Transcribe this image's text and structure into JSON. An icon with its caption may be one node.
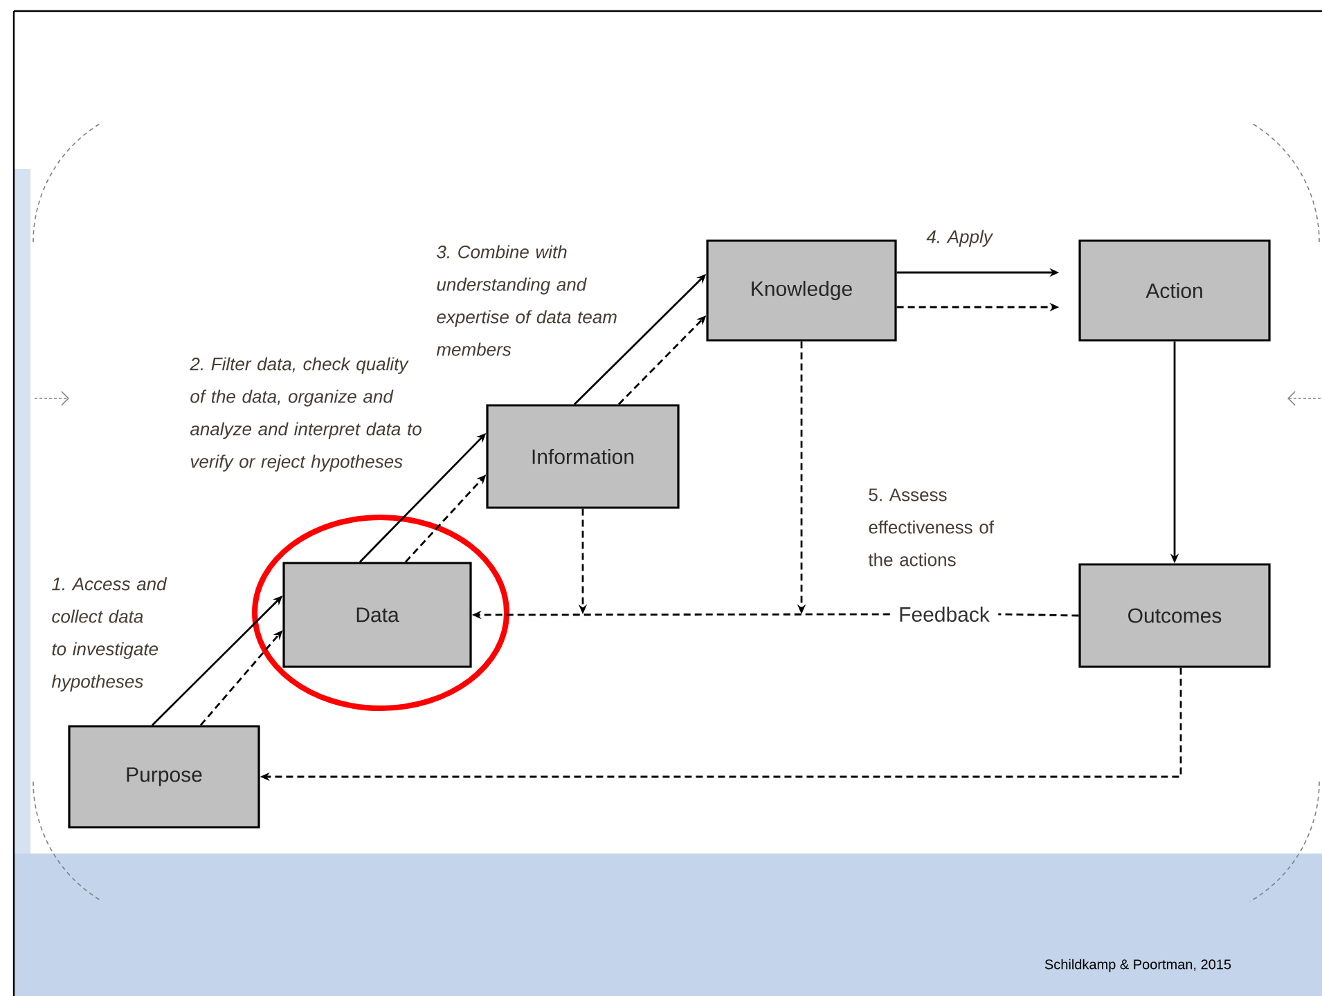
{
  "diagram": {
    "nodes": [
      {
        "text": [
          "Purpose"
        ]
      },
      {
        "text": [
          "Data"
        ]
      },
      {
        "text": [
          "Information"
        ]
      },
      {
        "text": [
          "Knowledge"
        ]
      },
      {
        "text": [
          "Action"
        ]
      },
      {
        "text": [
          "Outcomes"
        ]
      },
      {
        "text": [
          "Feedback"
        ]
      }
    ],
    "edges": [
      {
        "from": 0,
        "to": 1,
        "arrow": "to",
        "label": "1. Access and collect data to investigate hypotheses"
      },
      {
        "from": 0,
        "to": 1,
        "arrow": "to",
        "style": "dashed"
      },
      {
        "from": 1,
        "to": 2,
        "arrow": "to",
        "label": "2. Filter data, check quality of the data, organize and analyze and interpret data to verify or reject hypotheses"
      },
      {
        "from": 1,
        "to": 2,
        "arrow": "to",
        "style": "dashed"
      },
      {
        "from": 2,
        "to": 3,
        "arrow": "to",
        "label": "3. Combine with understanding and expertise of data team members"
      },
      {
        "from": 2,
        "to": 3,
        "arrow": "to",
        "style": "dashed"
      },
      {
        "from": 3,
        "to": 4,
        "arrow": "to",
        "label": "4. Apply"
      },
      {
        "from": 3,
        "to": 4,
        "arrow": "to",
        "style": "dashed"
      },
      {
        "from": 4,
        "to": 5,
        "arrow": "to"
      },
      {
        "from": 5,
        "to": 6,
        "arrow": "none",
        "style": "dashed",
        "label": "5. Assess effectiveness of the actions"
      },
      {
        "from": 6,
        "to": 1,
        "arrow": "to",
        "style": "dashed"
      },
      {
        "from": 2,
        "to": null,
        "arrow": "to",
        "style": "dashed"
      },
      {
        "from": 3,
        "to": null,
        "arrow": "to",
        "style": "dashed"
      },
      {
        "from": 5,
        "to": 0,
        "arrow": "to",
        "style": "dashed"
      }
    ],
    "labels": [
      "Schildkamp & Poortman, 2015"
    ]
  }
}
